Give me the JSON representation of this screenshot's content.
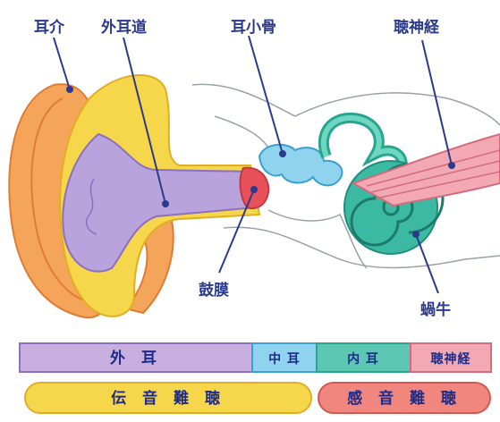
{
  "labels": {
    "auricle": "耳介",
    "ear_canal": "外耳道",
    "ossicles": "耳小骨",
    "auditory_nerve": "聴神経",
    "eardrum": "鼓膜",
    "cochlea": "蝸牛"
  },
  "sections": [
    {
      "label": "外 耳",
      "color": "#c9aee0"
    },
    {
      "label": "中 耳",
      "color": "#8fd3ef"
    },
    {
      "label": "内 耳",
      "color": "#5cc7b3"
    },
    {
      "label": "聴神経",
      "color": "#f3a9b3"
    }
  ],
  "hearing_types": [
    {
      "label": "伝 音 難 聴",
      "color": "#f6d64a"
    },
    {
      "label": "感 音 難 聴",
      "color": "#f0867e"
    }
  ]
}
